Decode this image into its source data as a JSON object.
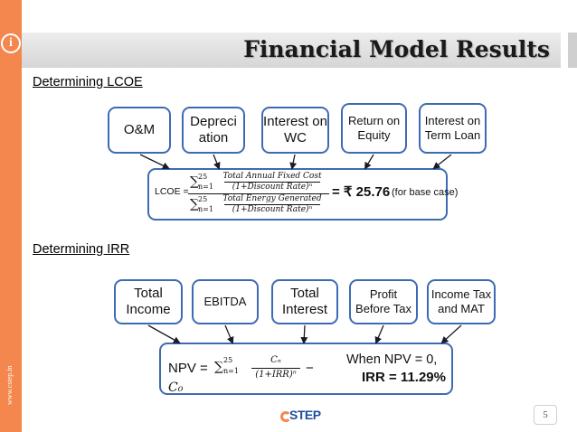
{
  "sidebar": {
    "site": "www.cstep.in",
    "info_glyph": "i",
    "info_icon": "info-icon",
    "accent_color": "#f4874d"
  },
  "header": {
    "title": "Financial Model Results"
  },
  "lcoe": {
    "heading": "Determining LCOE",
    "boxes": [
      "O&M",
      "Depreci ation",
      "Interest on WC",
      "Return on Equity",
      "Interest on Term Loan"
    ],
    "label": "LCOE =",
    "sum_top": "25",
    "sum_bottom": "n=1",
    "num_top": "Total Annual Fixed Cost",
    "num_bottom": "(1+Discount Rate)ⁿ",
    "den_top": "Total Energy Generated",
    "den_bottom": "(1+Discount Rate)ⁿ",
    "result": "= ₹ 25.76",
    "note": "(for base case)"
  },
  "irr": {
    "heading": "Determining IRR",
    "boxes": [
      "Total Income",
      "EBITDA",
      "Total Interest",
      "Profit Before Tax",
      "Income Tax and MAT"
    ],
    "npv_prefix": "NPV = ",
    "sum_top": "25",
    "sum_bottom": "n=1",
    "frac_top": "Cₙ",
    "frac_bottom": "(1+IRR)ⁿ",
    "minus": "−",
    "c0": "C₀",
    "condition": "When NPV = 0,",
    "result": "IRR = 11.29%"
  },
  "footer": {
    "logo": "STEP",
    "page": "5"
  },
  "colors": {
    "box_border": "#3d6bb3",
    "arrow": "#1a1a2a"
  }
}
